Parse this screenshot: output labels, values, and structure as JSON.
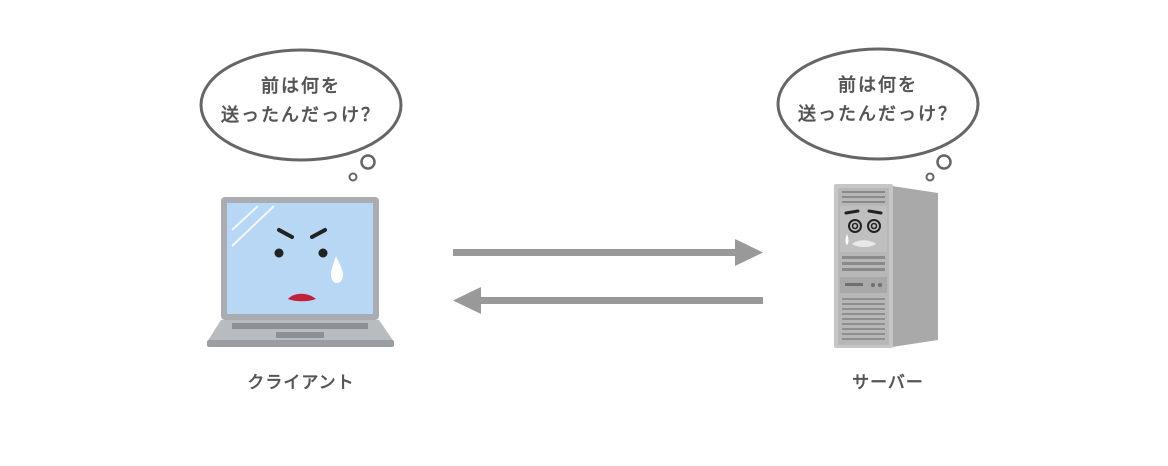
{
  "client": {
    "thought_line1": "前は何を",
    "thought_line2": "送ったんだっけ？",
    "label": "クライアント"
  },
  "server": {
    "thought_line1": "前は何を",
    "thought_line2": "送ったんだっけ？",
    "label": "サーバー"
  },
  "arrows": {
    "top_direction": "client-to-server",
    "bottom_direction": "server-to-client"
  },
  "colors": {
    "arrow": "#999999",
    "bubble_stroke": "#666666",
    "text": "#555555",
    "screen": "#b7d7f4",
    "laptop_body": "#a0a4a9",
    "server_body": "#c6c6c6"
  }
}
